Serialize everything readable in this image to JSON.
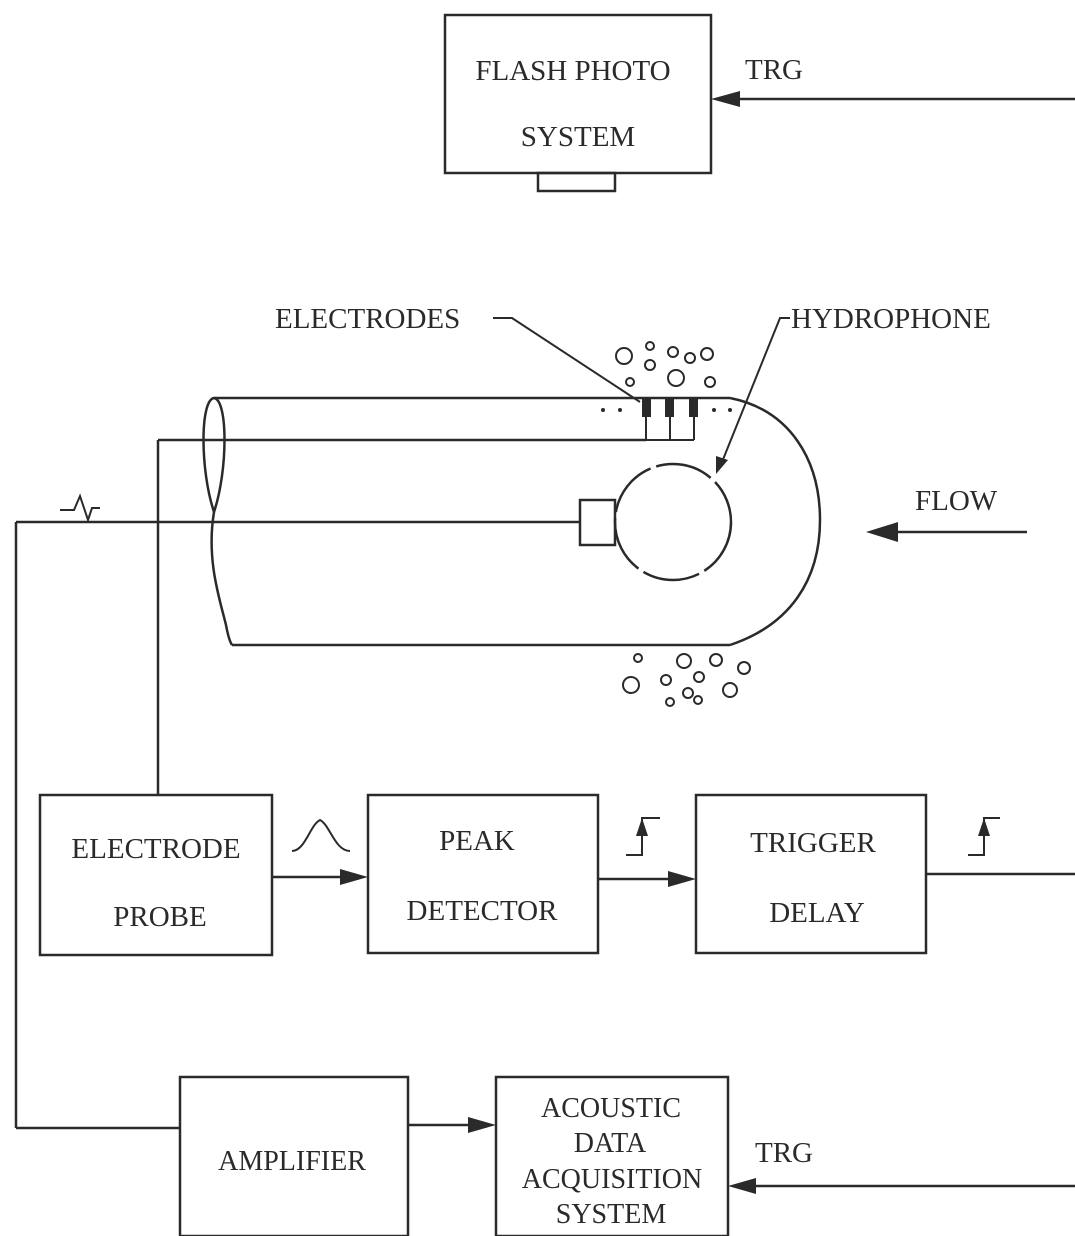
{
  "blocks": {
    "flash_photo": {
      "line1": "FLASH PHOTO",
      "line2": "SYSTEM"
    },
    "electrode_probe": {
      "line1": "ELECTRODE",
      "line2": "PROBE"
    },
    "peak_detector": {
      "line1": "PEAK",
      "line2": "DETECTOR"
    },
    "trigger_delay": {
      "line1": "TRIGGER",
      "line2": "DELAY"
    },
    "amplifier": {
      "line1": "AMPLIFIER"
    },
    "acoustic_daq": {
      "line1": "ACOUSTIC",
      "line2": "DATA",
      "line3": "ACQUISITION",
      "line4": "SYSTEM"
    }
  },
  "labels": {
    "trg_top": "TRG",
    "trg_bottom": "TRG",
    "electrodes": "ELECTRODES",
    "hydrophone": "HYDROPHONE",
    "flow": "FLOW"
  }
}
